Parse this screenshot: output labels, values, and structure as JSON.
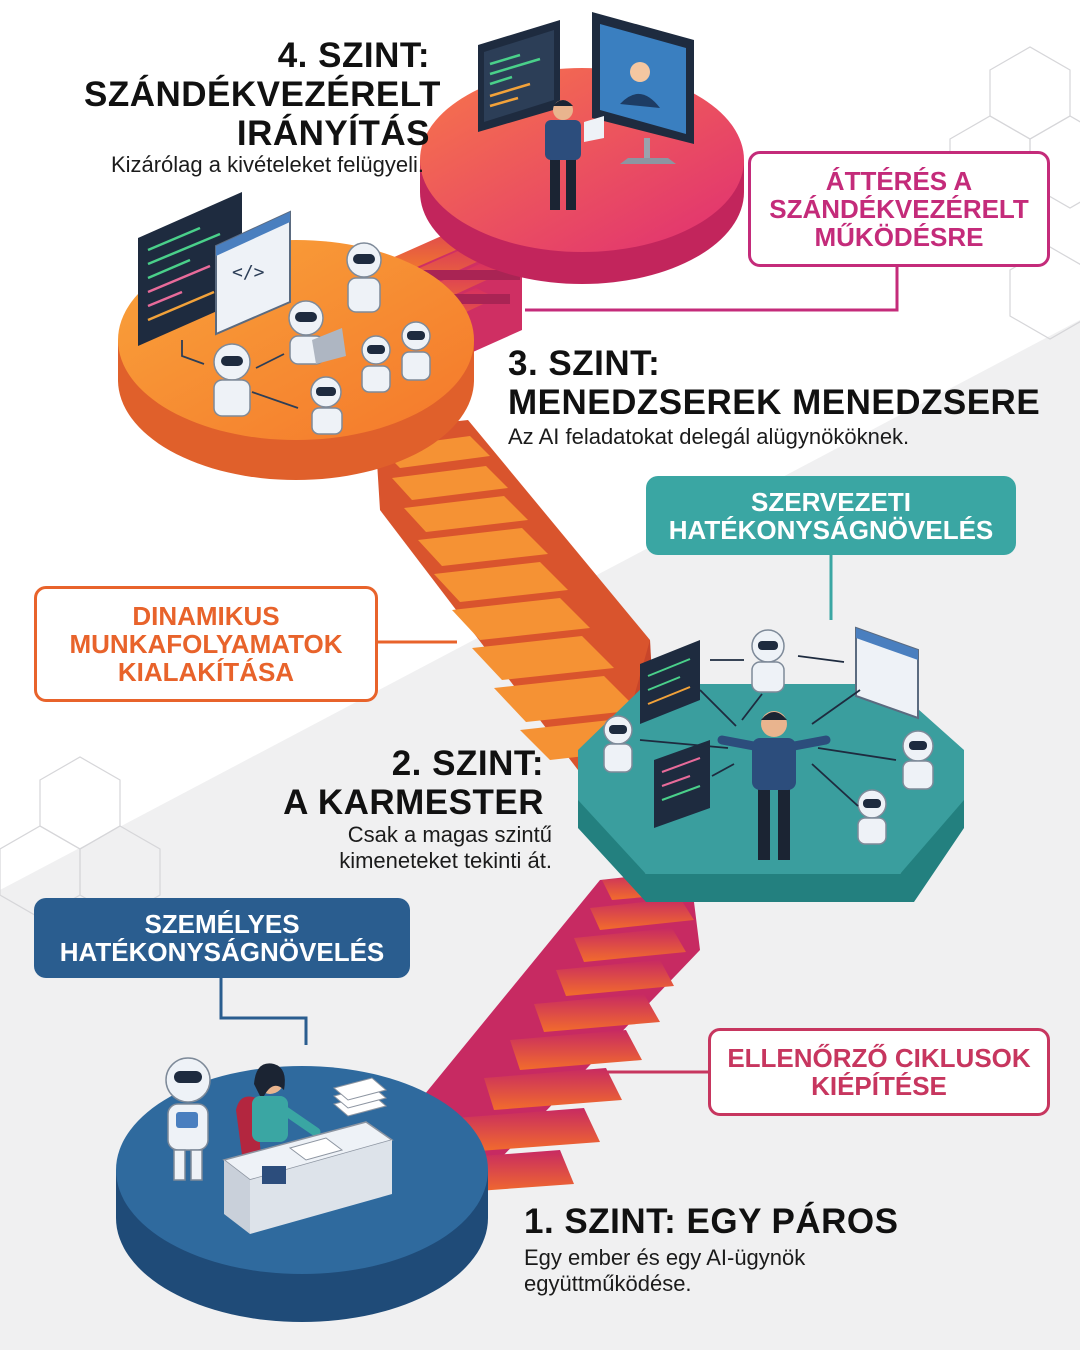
{
  "levels": {
    "l4": {
      "title_lines": [
        "4. SZINT:",
        "SZÁNDÉKVEZÉRELT",
        "IRÁNYÍTÁS"
      ],
      "description": "Kizárólag a kivételeket felügyeli.",
      "color": "#e8365f"
    },
    "l3": {
      "title_lines": [
        "3. SZINT:",
        "MENEDZSEREK MENEDZSERE"
      ],
      "description": "Az AI feladatokat delegál alügynököknek.",
      "color": "#f08a2a"
    },
    "l2": {
      "title_lines": [
        "2. SZINT:",
        "A KARMESTER"
      ],
      "description_lines": [
        "Csak a magas szintű",
        "kimeneteket tekinti át."
      ],
      "color": "#3a9e9e"
    },
    "l1": {
      "title": "1. SZINT: EGY PÁROS",
      "description_lines": [
        "Egy ember és egy AI-ügynök",
        "együttműködése."
      ],
      "color": "#2a5d8f"
    }
  },
  "callouts": {
    "intent": {
      "lines": [
        "ÁTTÉRÉS A",
        "SZÁNDÉKVEZÉRELT",
        "MŰKÖDÉSRE"
      ],
      "color": "#c42b7a"
    },
    "org": {
      "lines": [
        "SZERVEZETI",
        "HATÉKONYSÁGNÖVELÉS"
      ],
      "color": "#3aa6a3"
    },
    "dynamic": {
      "lines": [
        "DINAMIKUS",
        "MUNKAFOLYAMATOK",
        "KIALAKÍTÁSA"
      ],
      "color": "#e8632b"
    },
    "personal": {
      "lines": [
        "SZEMÉLYES",
        "HATÉKONYSÁGNÖVELÉS"
      ],
      "color": "#2a5d8f"
    },
    "control": {
      "lines": [
        "ELLENŐRZŐ CIKLUSOK",
        "KIÉPÍTÉSE"
      ],
      "color": "#c7365f"
    }
  }
}
